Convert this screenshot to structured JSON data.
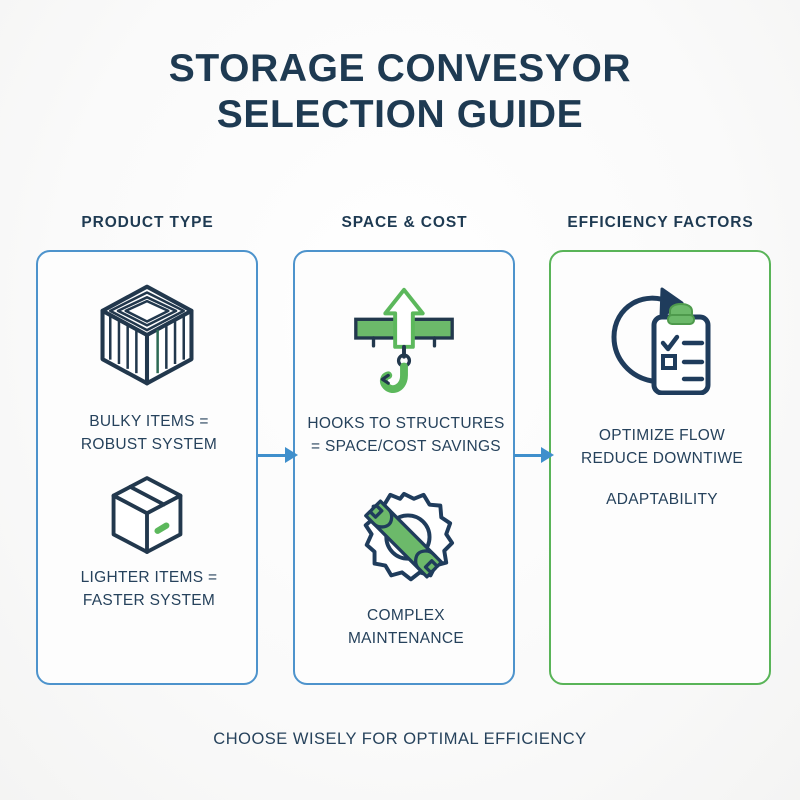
{
  "title": {
    "line1": "STORAGE CONVESYOR",
    "line2": "SELECTION GUIDE"
  },
  "colors": {
    "navy": "#1e3a52",
    "body_text": "#26425c",
    "blue_accent": "#4d93cc",
    "green_accent": "#59b458",
    "background": "#fbfbfa"
  },
  "columns": [
    {
      "header": "PRODUCT TYPE",
      "border_color": "#4d93cc",
      "items": [
        {
          "text_line1": "BULKY ITEMS =",
          "text_line2": "ROBUST SYSTEM",
          "icon": "crate-icon"
        },
        {
          "text_line1": "LIGHTER ITEMS =",
          "text_line2": "FASTER SYSTEM",
          "icon": "box-icon"
        }
      ]
    },
    {
      "header": "SPACE & COST",
      "border_color": "#4d93cc",
      "items": [
        {
          "text_line1": "HOOKS TO STRUCTURES",
          "text_line2": "= SPACE/COST SAVINGS",
          "icon": "hook-beam-arrow-icon"
        },
        {
          "text_line1": "COMPLEX",
          "text_line2": "MAINTENANCE",
          "icon": "gear-wrench-icon"
        }
      ]
    },
    {
      "header": "EFFICIENCY FACTORS",
      "border_color": "#59b458",
      "items": [
        {
          "text_line1": "OPTIMIZE FLOW",
          "text_line2": "REDUCE DOWNTIWE",
          "icon": "clipboard-refresh-icon"
        },
        {
          "text_line1": "ADAPTABILITY",
          "text_line2": "",
          "icon": ""
        }
      ]
    }
  ],
  "connectors": [
    {
      "name": "arrow-col1-to-col2",
      "color": "#3f8fcc"
    },
    {
      "name": "arrow-col2-to-col3",
      "color": "#3f8fcc"
    }
  ],
  "footer": "CHOOSE WISELY FOR OPTIMAL EFFICIENCY"
}
